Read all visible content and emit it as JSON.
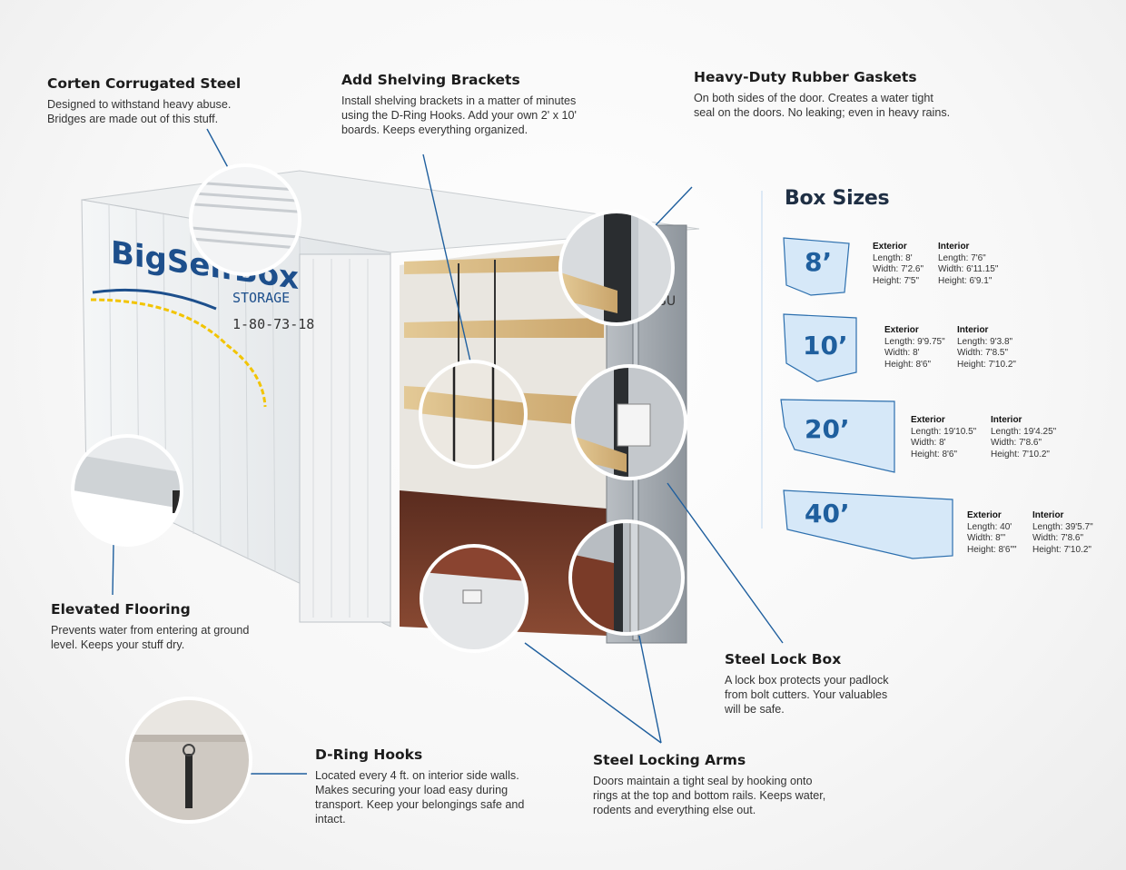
{
  "colors": {
    "accent": "#1f5f9e",
    "box_fill": "#d6e8f8",
    "box_stroke": "#2c6fae",
    "line": "#1f5f9e"
  },
  "callouts": {
    "corten": {
      "title": "Corten Corrugated Steel",
      "body": "Designed to withstand heavy abuse. Bridges are made out of this stuff."
    },
    "shelving": {
      "title": "Add Shelving Brackets",
      "body": "Install shelving brackets in a matter of minutes using the D-Ring Hooks. Add your own 2' x 10' boards. Keeps everything organized."
    },
    "gaskets": {
      "title": "Heavy-Duty Rubber Gaskets",
      "body": "On both sides of the door. Creates a water tight seal on the doors. No leaking; even in heavy rains."
    },
    "flooring": {
      "title": "Elevated Flooring",
      "body": "Prevents water from entering at ground level. Keeps your stuff dry."
    },
    "lockbox": {
      "title": "Steel Lock Box",
      "body": "A lock box protects your padlock from bolt cutters. Your valuables will be safe."
    },
    "dring": {
      "title": "D-Ring Hooks",
      "body": "Located every 4 ft. on interior side walls. Makes securing your load easy during transport. Keep your belongings safe and intact."
    },
    "arms": {
      "title": "Steel Locking Arms",
      "body": "Doors maintain a tight seal by hooking onto rings at the top and bottom rails. Keeps water, rodents and everything else out."
    }
  },
  "container": {
    "logo": "BigSelfBox",
    "side_text_1": "STORAGE",
    "side_text_2": "1-80-73-18",
    "door_code": "BSBU"
  },
  "box_sizes": {
    "title": "Box Sizes",
    "exterior_label": "Exterior",
    "interior_label": "Interior",
    "sizes": [
      {
        "label": "8’",
        "exterior": [
          "Length: 8'",
          "Width: 7'2.6\"",
          "Height: 7'5\""
        ],
        "interior": [
          "Length: 7'6\"",
          "Width: 6'11.15\"",
          "Height: 6'9.1\""
        ]
      },
      {
        "label": "10’",
        "exterior": [
          "Length: 9'9.75\"",
          "Width: 8'",
          "Height: 8'6\""
        ],
        "interior": [
          "Length: 9'3.8\"",
          "Width: 7'8.5\"",
          "Height: 7'10.2\""
        ]
      },
      {
        "label": "20’",
        "exterior": [
          "Length: 19'10.5\"",
          "Width: 8'",
          "Height: 8'6\""
        ],
        "interior": [
          "Length: 19'4.25\"",
          "Width: 7'8.6\"",
          "Height: 7'10.2\""
        ]
      },
      {
        "label": "40’",
        "exterior": [
          "Length: 40'",
          "Width: 8'\"",
          "Height: 8'6\"\""
        ],
        "interior": [
          "Length: 39'5.7\"",
          "Width: 7'8.6\"",
          "Height: 7'10.2\""
        ]
      }
    ]
  }
}
